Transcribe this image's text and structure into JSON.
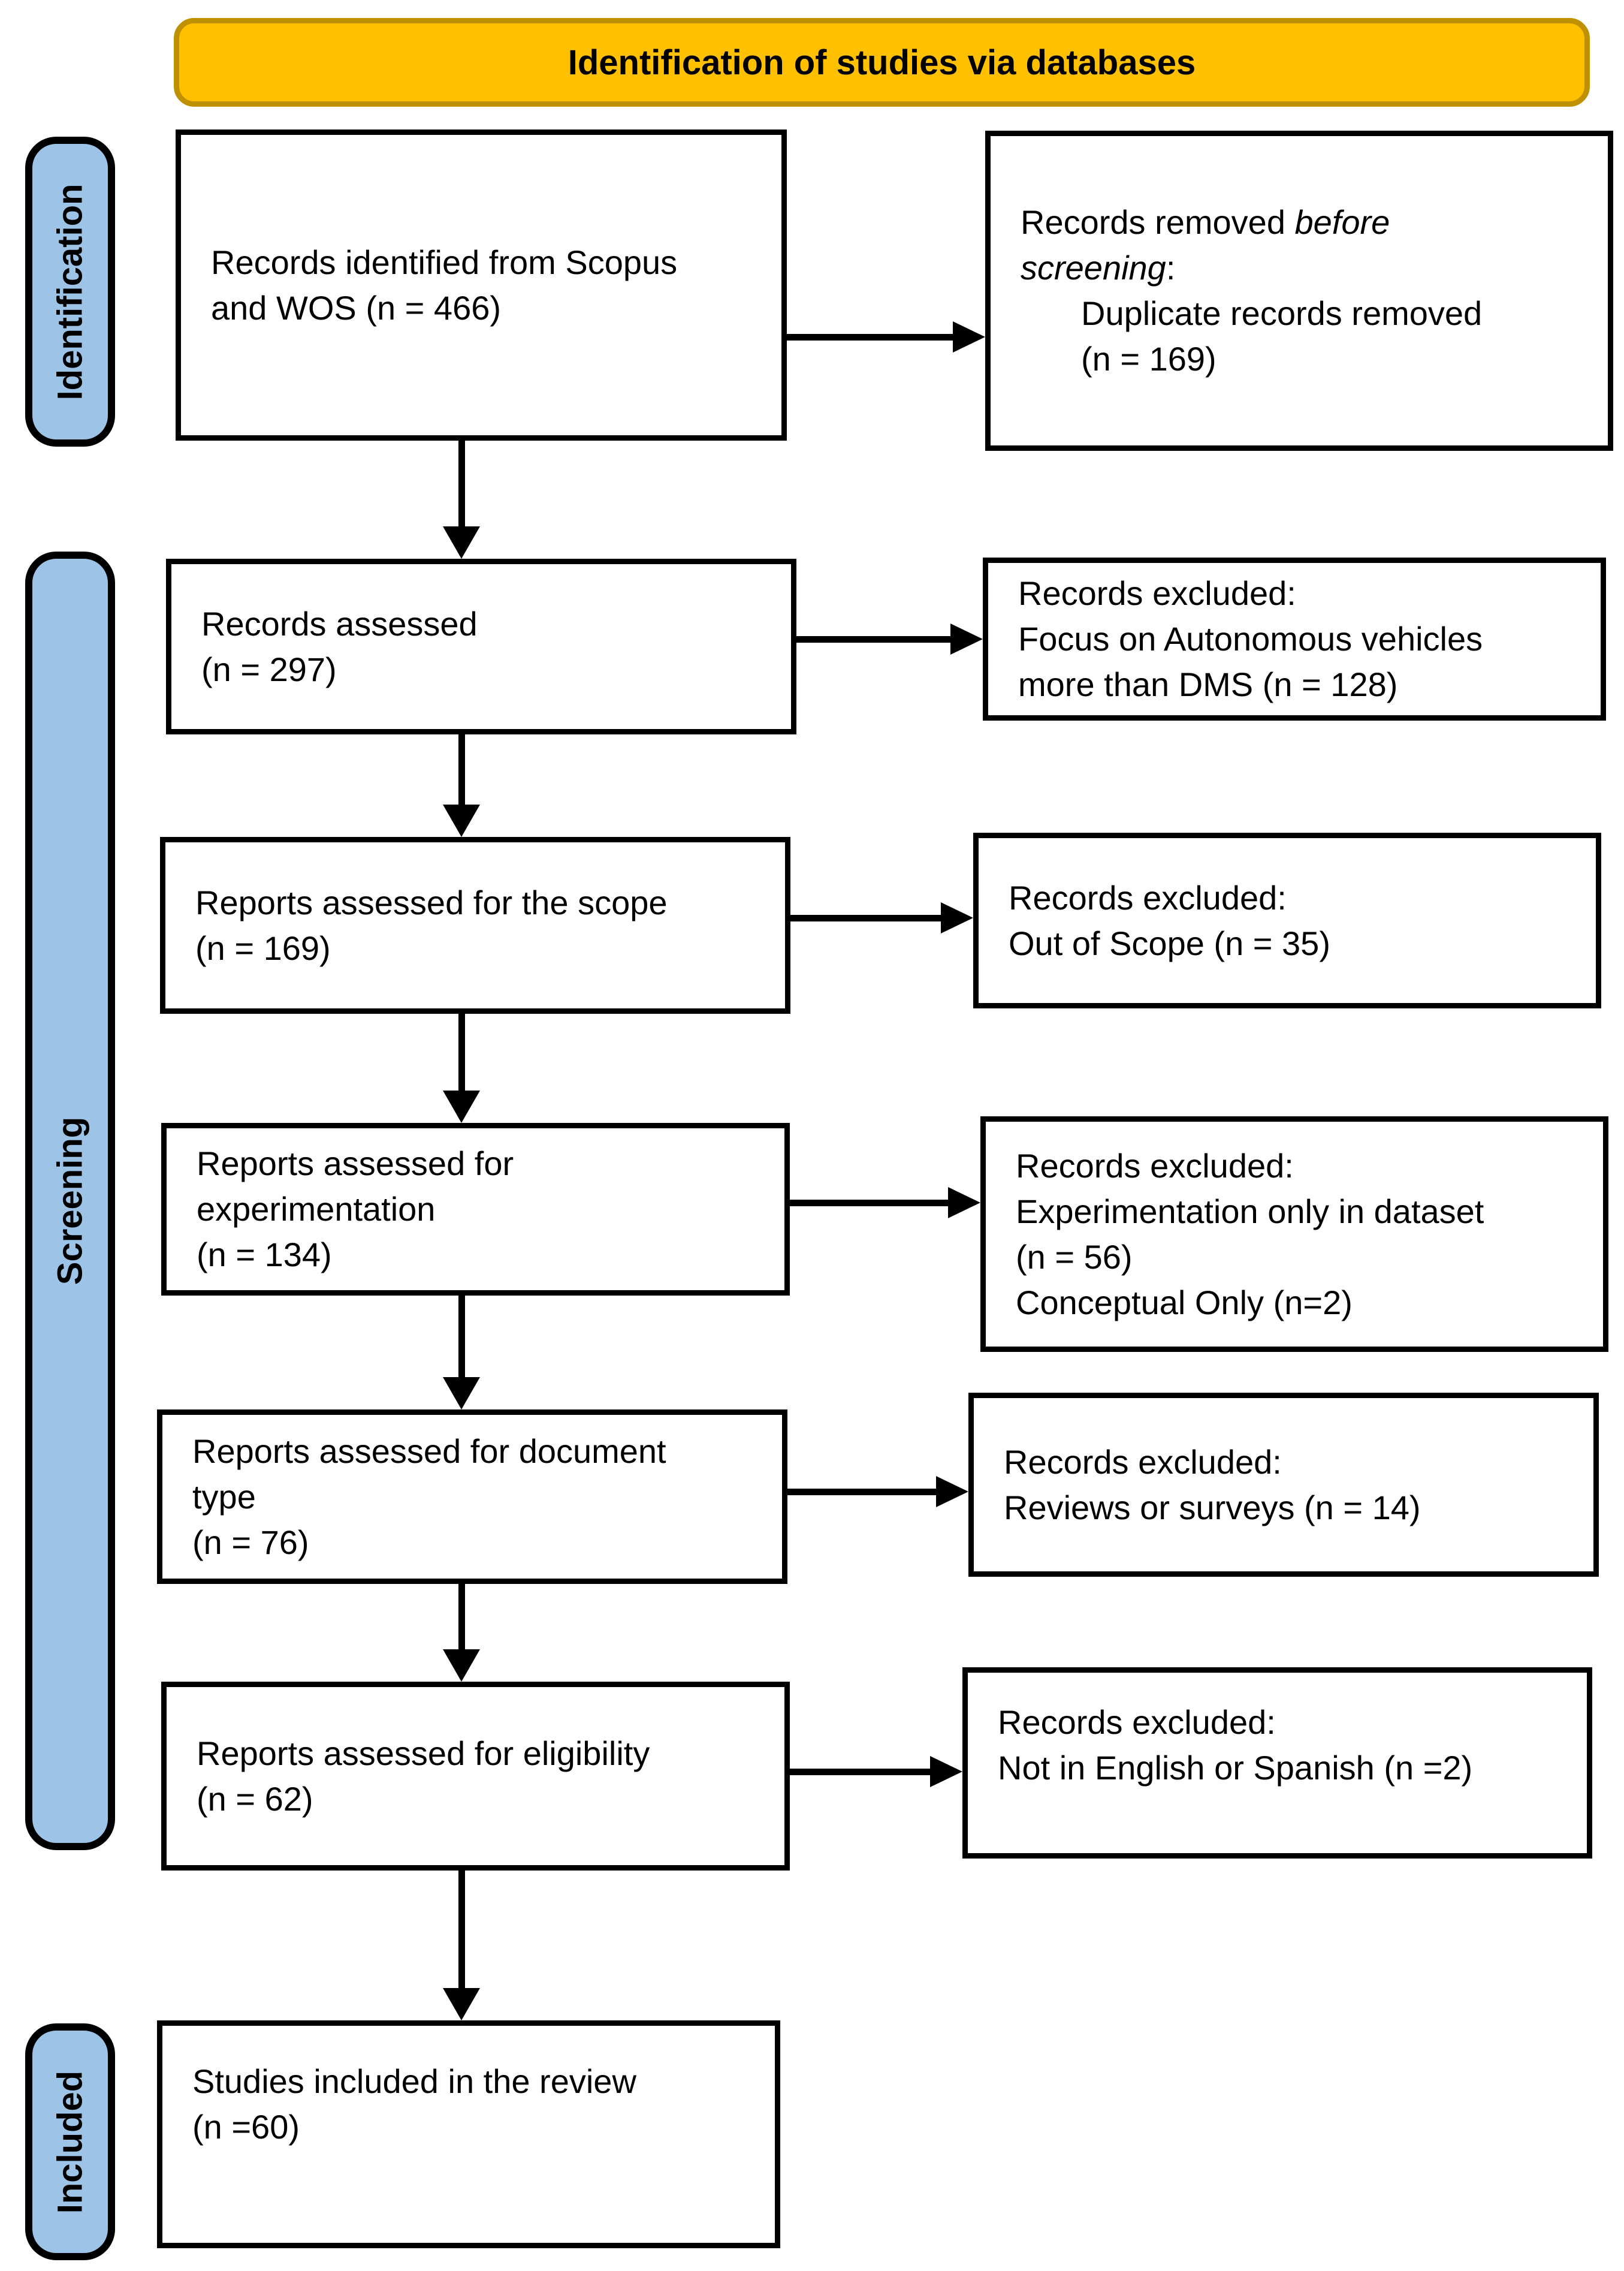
{
  "banner": {
    "label": "Identification of studies via databases",
    "fill": "#FFC000",
    "border_color": "#BF9000",
    "text_color": "#000000"
  },
  "stage_label_style": {
    "fill": "#9DC3E6",
    "border_color": "#000000"
  },
  "stage_labels": [
    {
      "id": "identification",
      "label": "Identification"
    },
    {
      "id": "screening",
      "label": "Screening"
    },
    {
      "id": "included",
      "label": "Included"
    }
  ],
  "boxes": {
    "left": [
      {
        "id": "records-identified",
        "lines": [
          "Records identified from Scopus",
          "and WOS (n = 466)"
        ]
      },
      {
        "id": "records-assessed",
        "lines": [
          "Records assessed",
          "(n = 297)"
        ]
      },
      {
        "id": "reports-assessed-scope",
        "lines": [
          "Reports assessed for the scope",
          "(n = 169)"
        ]
      },
      {
        "id": "reports-assessed-experimentation",
        "lines": [
          "Reports assessed for",
          "experimentation",
          "(n = 134)"
        ]
      },
      {
        "id": "reports-assessed-document-type",
        "lines": [
          "Reports assessed for document",
          "type",
          "(n = 76)"
        ]
      },
      {
        "id": "reports-assessed-eligibility",
        "lines": [
          "Reports assessed for eligibility",
          "(n = 62)"
        ]
      },
      {
        "id": "studies-included",
        "lines": [
          "Studies included in the review",
          "(n =60)"
        ]
      }
    ],
    "right": [
      {
        "id": "records-removed-before-screening",
        "rich_lines": [
          {
            "indent": false,
            "segments": [
              {
                "text": "Records removed ",
                "italic": false
              },
              {
                "text": "before",
                "italic": true
              }
            ]
          },
          {
            "indent": false,
            "segments": [
              {
                "text": "screening",
                "italic": true
              },
              {
                "text": ":",
                "italic": false
              }
            ]
          },
          {
            "indent": true,
            "segments": [
              {
                "text": "Duplicate records removed",
                "italic": false
              }
            ]
          },
          {
            "indent": true,
            "segments": [
              {
                "text": "(n = 169)",
                "italic": false
              }
            ]
          }
        ]
      },
      {
        "id": "excluded-autonomous-vehicles",
        "lines": [
          "Records excluded:",
          "Focus on Autonomous vehicles",
          "more than DMS (n = 128)"
        ]
      },
      {
        "id": "excluded-out-of-scope",
        "lines": [
          "Records excluded:",
          "Out of Scope (n = 35)"
        ]
      },
      {
        "id": "excluded-experimentation-dataset",
        "lines": [
          "Records excluded:",
          "Experimentation only in dataset",
          "(n = 56)",
          "Conceptual Only (n=2)"
        ]
      },
      {
        "id": "excluded-reviews-surveys",
        "lines": [
          "Records excluded:",
          "Reviews or surveys (n = 14)"
        ]
      },
      {
        "id": "excluded-language",
        "lines": [
          "Records excluded:",
          "Not in English or Spanish (n =2)"
        ]
      }
    ]
  },
  "arrow_color": "#000000",
  "box_border_color": "#000000"
}
